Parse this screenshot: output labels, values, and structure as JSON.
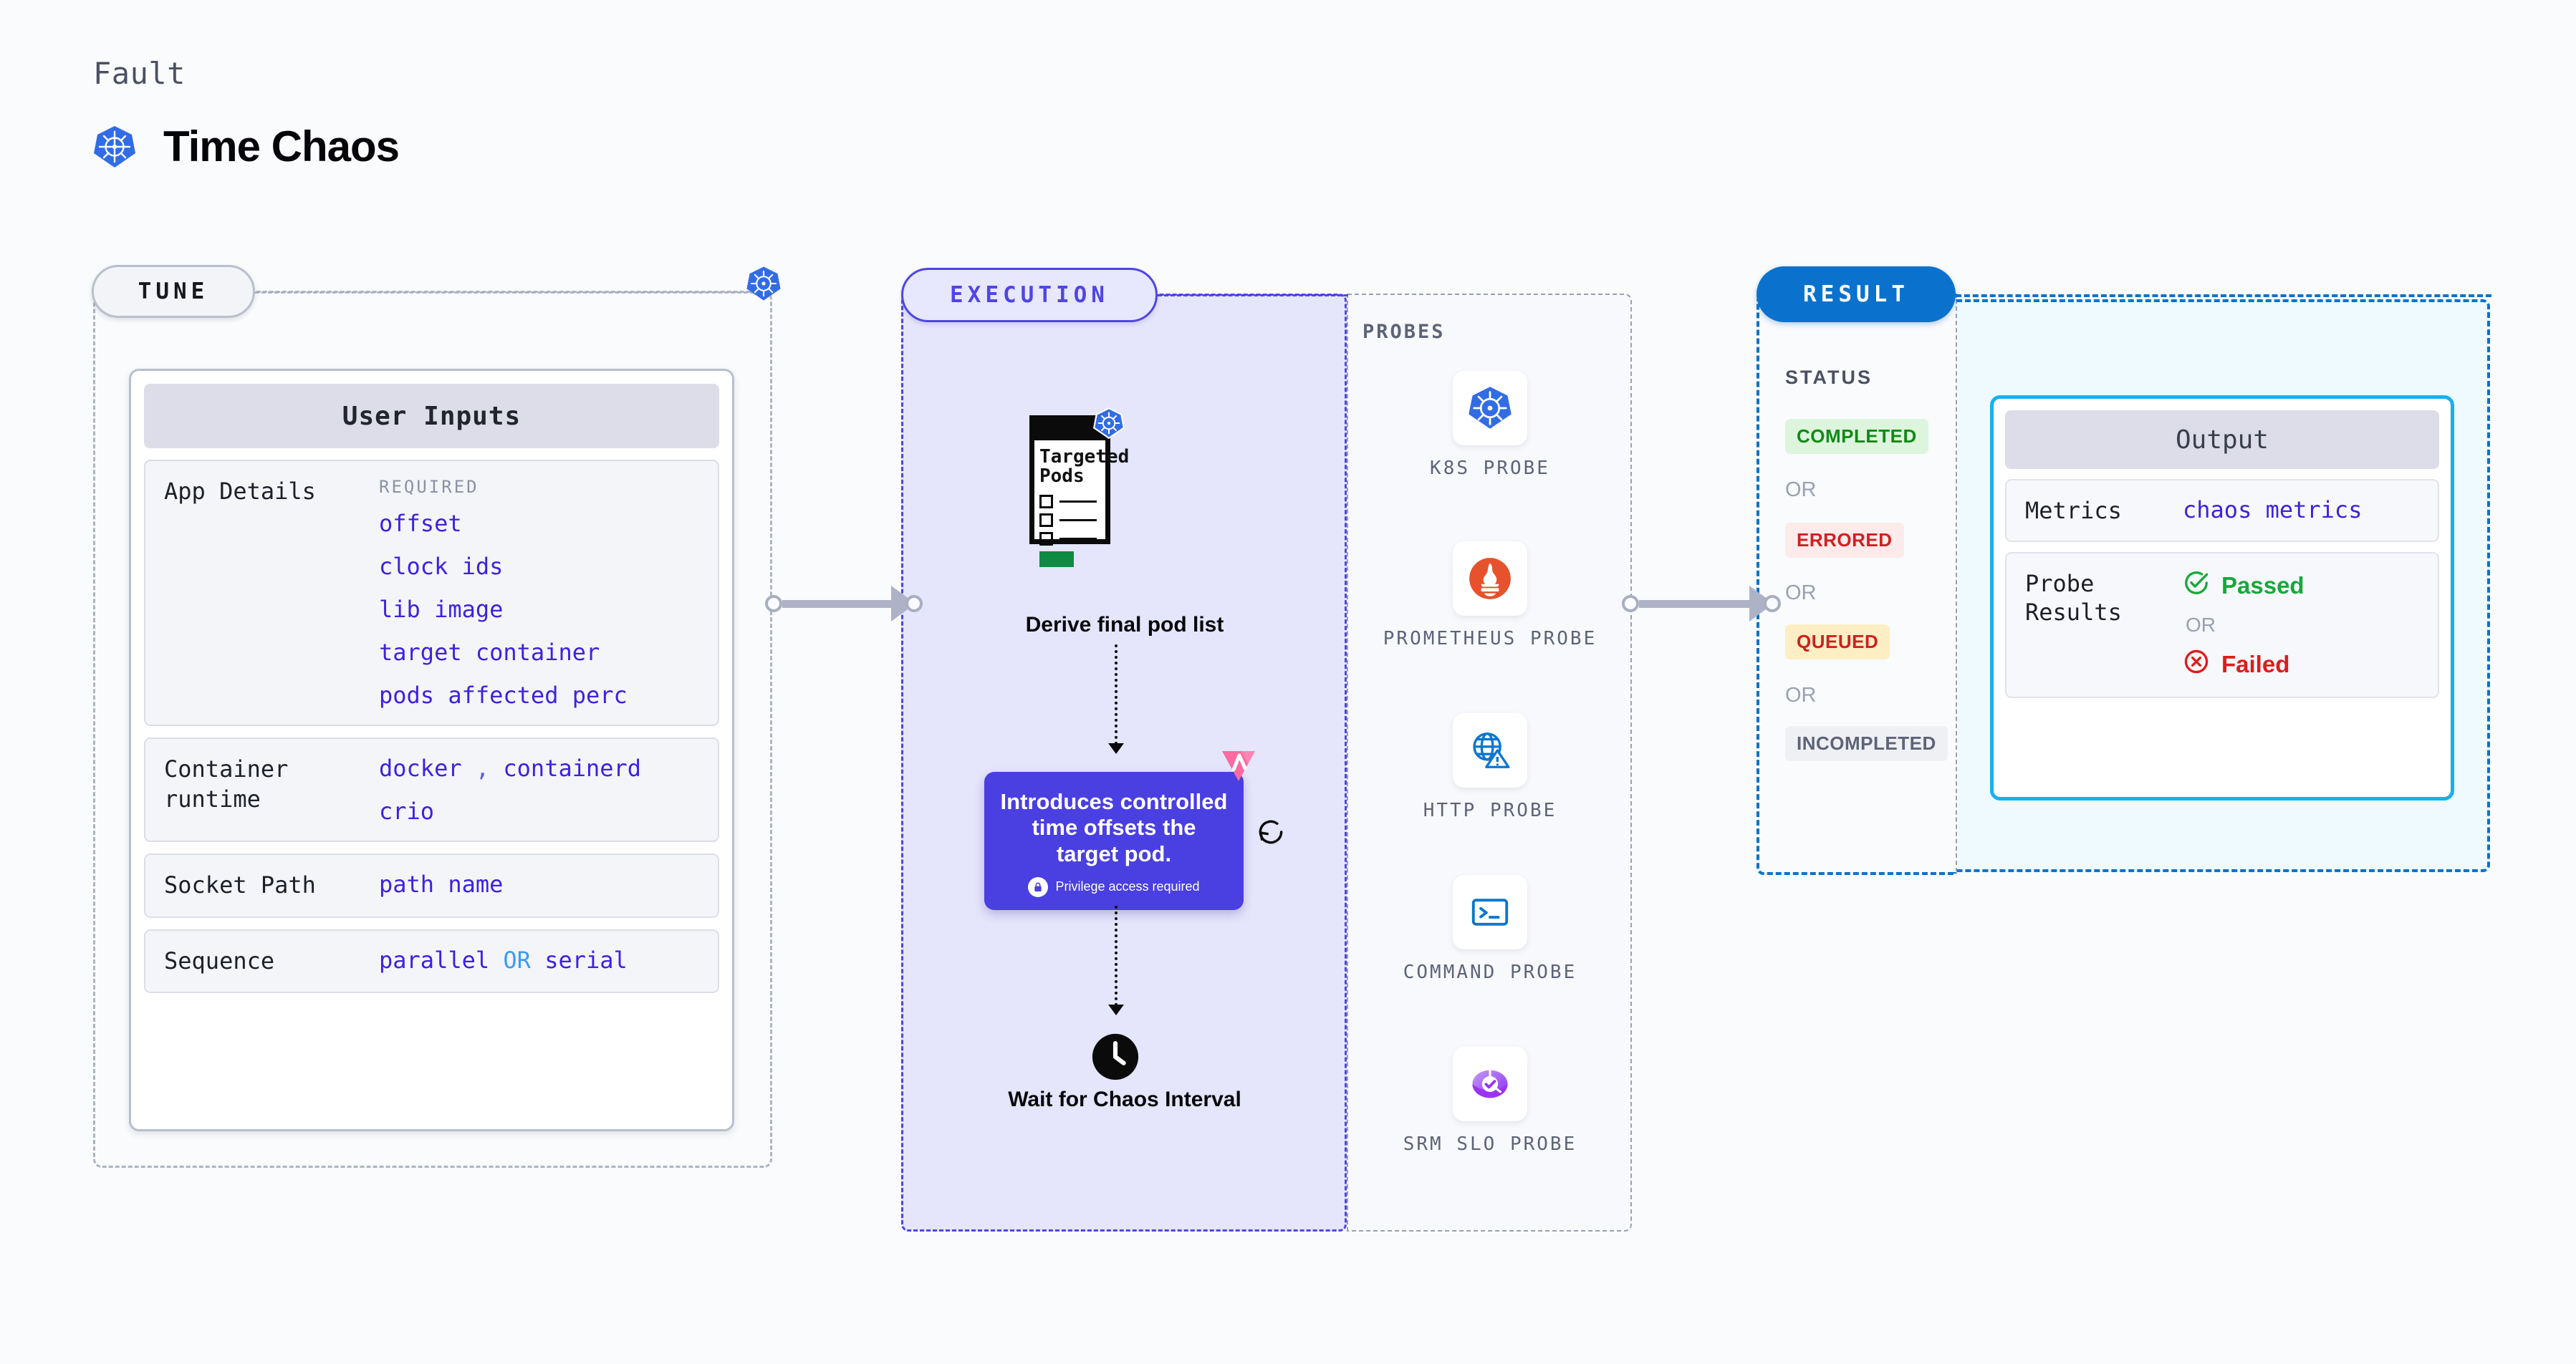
{
  "header": {
    "eyebrow": "Fault",
    "title": "Time Chaos",
    "icon": "kubernetes-icon"
  },
  "sections": {
    "tune": {
      "pill_label": "TUNE",
      "badge_icon": "kubernetes-icon"
    },
    "execution": {
      "pill_label": "EXECUTION"
    },
    "result": {
      "pill_label": "RESULT"
    }
  },
  "tune": {
    "card_title": "User Inputs",
    "rows": [
      {
        "label": "App Details",
        "required_label": "REQUIRED",
        "values": [
          "offset",
          "clock ids",
          "lib image",
          "target container",
          "pods affected perc"
        ]
      },
      {
        "label": "Container runtime",
        "values": [
          "docker , containerd",
          "crio"
        ],
        "value_parts": [
          [
            {
              "t": "docker",
              "k": "v"
            },
            {
              "t": " , ",
              "k": "sep"
            },
            {
              "t": "containerd",
              "k": "v"
            }
          ],
          [
            {
              "t": "crio",
              "k": "v"
            }
          ]
        ]
      },
      {
        "label": "Socket Path",
        "values": [
          "path name"
        ],
        "value_parts": [
          [
            {
              "t": "path name",
              "k": "v"
            }
          ]
        ]
      },
      {
        "label": "Sequence",
        "values": [
          "parallel OR serial"
        ],
        "value_parts": [
          [
            {
              "t": "parallel",
              "k": "v"
            },
            {
              "t": " OR ",
              "k": "or"
            },
            {
              "t": "serial",
              "k": "v"
            }
          ]
        ]
      }
    ]
  },
  "execution": {
    "pods_card": {
      "title": "Targeted Pods",
      "checklist_rows": 3,
      "badge_icon": "kubernetes-icon"
    },
    "derive_label": "Derive final pod list",
    "callout": {
      "text": "Introduces controlled time offsets the target pod.",
      "privilege_note": "Privilege access required",
      "privilege_icon": "lock-icon",
      "corner_icon": "chaos-badge-icon",
      "side_icon": "refresh-icon",
      "color": "#4a3fe0"
    },
    "wait": {
      "icon": "clock-icon",
      "label": "Wait for Chaos Interval"
    }
  },
  "probes": {
    "heading": "PROBES",
    "items": [
      {
        "label": "K8S PROBE",
        "icon": "kubernetes-icon"
      },
      {
        "label": "PROMETHEUS PROBE",
        "icon": "prometheus-icon"
      },
      {
        "label": "HTTP PROBE",
        "icon": "globe-warning-icon"
      },
      {
        "label": "COMMAND PROBE",
        "icon": "terminal-icon"
      },
      {
        "label": "SRM SLO PROBE",
        "icon": "srm-slo-icon"
      }
    ]
  },
  "result": {
    "status_heading": "STATUS",
    "or_label": "OR",
    "statuses": [
      {
        "label": "COMPLETED",
        "bg": "#ddf5dd",
        "fg": "#108a16"
      },
      {
        "label": "ERRORED",
        "bg": "#fdeaea",
        "fg": "#cf2020"
      },
      {
        "label": "QUEUED",
        "bg": "#fdeec4",
        "fg": "#cf2020"
      },
      {
        "label": "INCOMPLETED",
        "bg": "#eef0f4",
        "fg": "#5d6478"
      }
    ],
    "output": {
      "card_title": "Output",
      "metrics_label": "Metrics",
      "metrics_value": "chaos metrics",
      "probe_results_label": "Probe Results",
      "passed_label": "Passed",
      "failed_label": "Failed",
      "or_label": "OR",
      "passed_icon": "check-circle-icon",
      "failed_icon": "x-circle-icon"
    }
  },
  "colors": {
    "kubernetes_blue": "#326ce5",
    "execution_purple": "#4f46e5",
    "result_blue": "#0a72cd",
    "output_cyan": "#18b0ef",
    "value_indigo": "#3d22e0"
  }
}
